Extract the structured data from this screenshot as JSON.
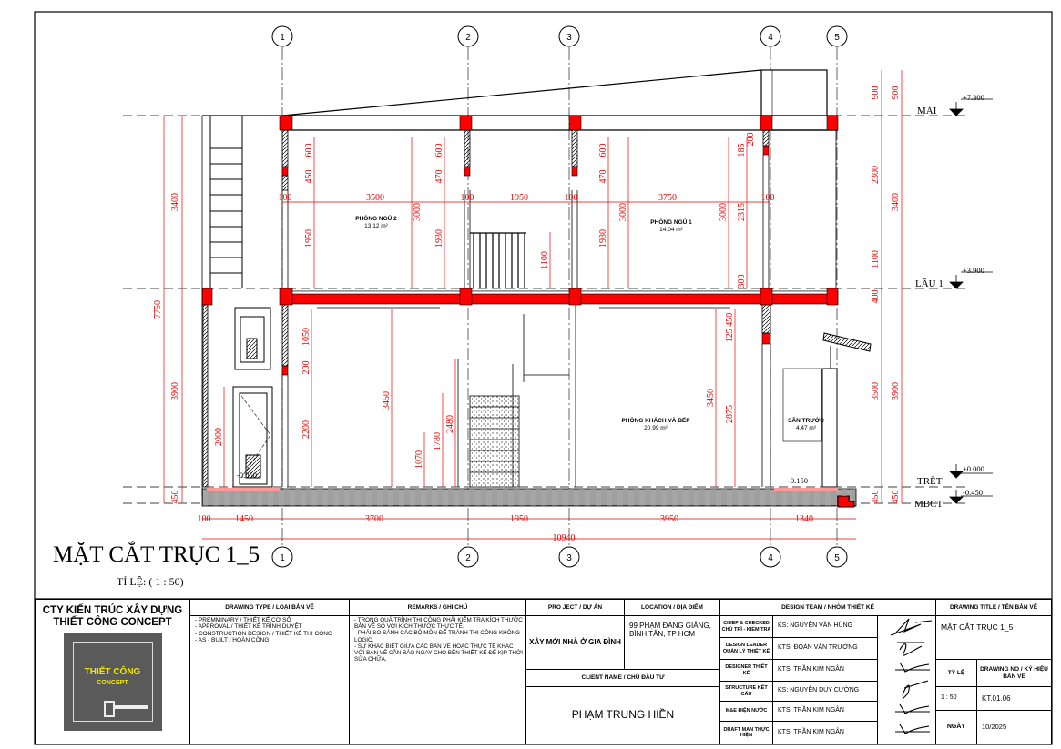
{
  "drawing": {
    "title": "MẶT CẮT TRỤC 1_5",
    "scale_label": "TỈ LỆ: ( 1 : 50)",
    "grid_axes": [
      "1",
      "2",
      "3",
      "4",
      "5"
    ],
    "levels": [
      {
        "name": "MÁI",
        "elevation": "+7.300"
      },
      {
        "name": "LẦU 1",
        "elevation": "+3.900"
      },
      {
        "name": "TRỆT",
        "elevation": "+0.000"
      },
      {
        "name": "MBCT",
        "elevation": "-0.450"
      }
    ],
    "rooms": [
      {
        "name": "PHÒNG NGỦ 2",
        "area": "13.12 m²"
      },
      {
        "name": "PHÒNG NGỦ 1",
        "area": "14.04 m²"
      },
      {
        "name": "PHÒNG KHÁCH VÀ BẾP",
        "area": "20.99 m²"
      },
      {
        "name": "SÂN TRƯỚC",
        "area": "4.47 m²"
      }
    ],
    "spot_levels": [
      "-0.050",
      "-0.150"
    ],
    "dims": {
      "left": [
        "3400",
        "7750",
        "3900",
        "450"
      ],
      "right_a": [
        "900",
        "2300",
        "1100",
        "400",
        "3500",
        "450"
      ],
      "right_b": [
        "900",
        "3400",
        "3900",
        "450"
      ],
      "upper_h": [
        "100",
        "3500",
        "100",
        "1950",
        "100",
        "3750",
        "100"
      ],
      "upper_v": [
        "600",
        "450",
        "1950",
        "3000",
        "600",
        "470",
        "1930",
        "1100",
        "600",
        "470",
        "1930",
        "3000",
        "3000",
        "185",
        "200",
        "2315",
        "300"
      ],
      "lower_v": [
        "1050",
        "200",
        "2200",
        "3450",
        "2000",
        "1070",
        "1780",
        "2480",
        "3450",
        "125 450",
        "2875"
      ],
      "bottom": [
        "100",
        "1450",
        "3700",
        "1950",
        "3950",
        "1340"
      ],
      "total": "10940"
    }
  },
  "title_block": {
    "company": "CTY KIẾN TRÚC XÂY DỰNG THIẾT CÔNG CONCEPT",
    "logo_text": [
      "THIẾT CÔNG",
      "CONCEPT"
    ],
    "drawing_type_header": "DRAWING TYPE / LOẠI BẢN VẼ",
    "drawing_types": [
      "- PREMMINARY  / THIẾT KẾ CƠ SỞ",
      "- APPROVAL / THIẾT KẾ TRÌNH DUYỆT",
      "- CONSTRUCTION DESIGN / THIẾT KẾ THI CÔNG",
      "- AS - BUILT / HOÀN CÔNG"
    ],
    "remarks_header": "REMARKS / GHI CHÚ",
    "remarks": [
      "- TRONG QUÁ TRÌNH THI CÔNG PHẢI KIỂM TRA KÍCH THƯỚC BẢN VẼ SO VỚI KÍCH THƯỚC THỰC TẾ.",
      "- PHẢI SO SÁNH CÁC BỘ MÔN ĐỂ TRÁNH THI CÔNG KHÔNG LOGIC.",
      "- SỰ KHÁC BIỆT GIỮA  CÁC BẢN VẼ HOẶC THỰC TẾ KHÁC VỚI BẢN VẼ CẦN BÁO NGAY CHO BÊN THIẾT KẾ ĐỂ KỊP THỜI SỬA CHỮA."
    ],
    "project_header": "PRO JECT / DỰ ÁN",
    "project": "XÂY MỚI NHÀ Ở GIA ĐÌNH",
    "location_header": "LOCATION / ĐỊA ĐIỂM",
    "location": "99 PHẠM ĐĂNG GIẢNG, BÌNH TÂN, TP HCM",
    "client_header": "CLIENT NAME / CHỦ ĐẦU TƯ",
    "client": "PHẠM TRUNG HIỀN",
    "team_header": "DESIGN TEAM / NHÓM THIẾT KẾ",
    "team": [
      {
        "role": "CHIEF & CHECKED CHỦ TRÌ - KIỂM TRA",
        "name": "KS: NGUYỄN VĂN HÙNG"
      },
      {
        "role": "DESIGN LEADER QUẢN LÝ THIẾT KẾ",
        "name": "KTS: ĐOÀN VĂN TRƯỜNG"
      },
      {
        "role": "DESIGNER THIẾT KẾ",
        "name": "KTS: TRẦN KIM NGÂN"
      },
      {
        "role": "STRUCTURE KẾT CẤU",
        "name": "KS: NGUYỄN DUY CƯỜNG"
      },
      {
        "role": "M&E ĐIỆN NƯỚC",
        "name": "KTS: TRẦN KIM NGÂN"
      },
      {
        "role": "DRAFT MAN THỰC HIỆN",
        "name": "KTS: TRẦN KIM NGÂN"
      }
    ],
    "drawing_title_header": "DRAWING TITLE / TÊN BẢN VẼ",
    "drawing_title": "MẶT CẮT TRỤC 1_5",
    "scale_header": "TỶ LỆ",
    "scale": "1 : 50",
    "drawing_no_header": "DRAWING NO / KÝ HIỆU BẢN VẼ",
    "drawing_no": "KT.01.06",
    "date_header": "NGÀY",
    "date": "10/2025"
  },
  "colors": {
    "dimension": "#ee0000",
    "structure": "#ff0000",
    "line": "#000000",
    "logo_bg": "#5a5a5a",
    "logo_text": "#f2e600"
  }
}
